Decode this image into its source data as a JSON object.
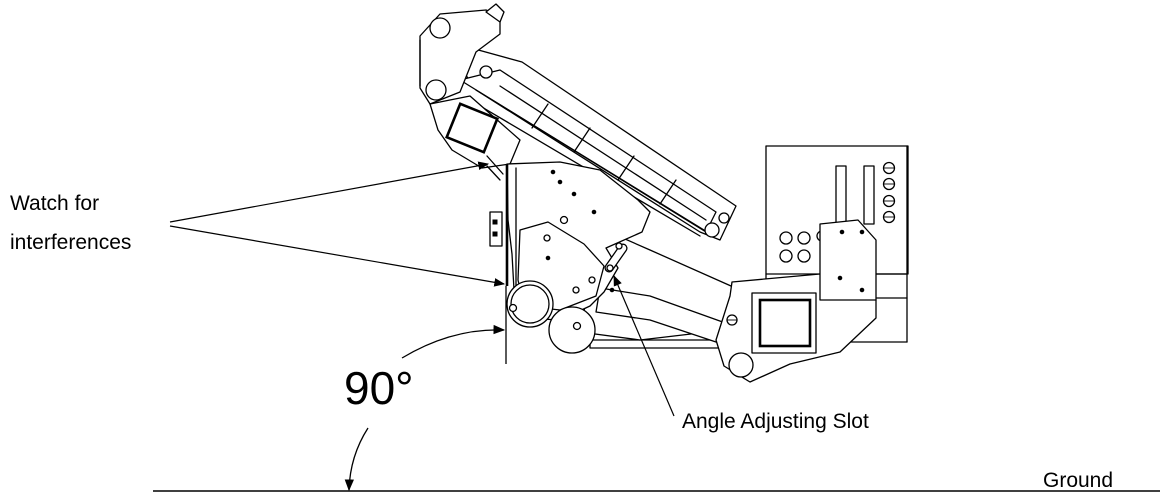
{
  "labels": {
    "watch_line1": "Watch for",
    "watch_line2": "interferences",
    "angle": "90°",
    "slot": "Angle Adjusting Slot",
    "ground": "Ground"
  }
}
